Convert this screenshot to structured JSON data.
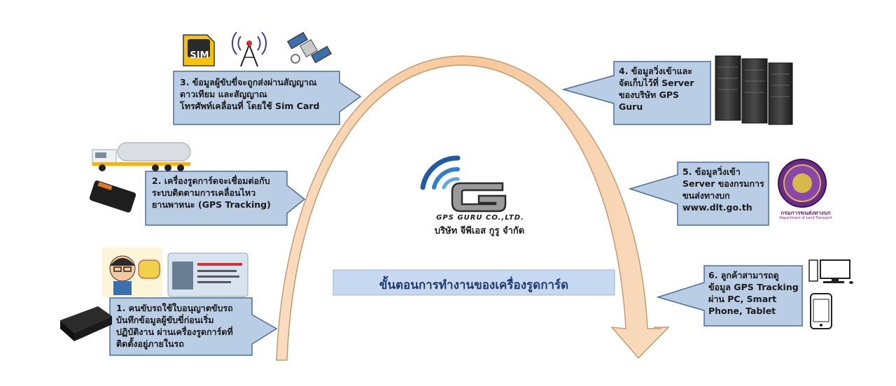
{
  "title": "ขั้นตอนการทำงานของเครื่องรูดการ์ด",
  "logo": {
    "company_en": "GPS GURU CO.,LTD.",
    "company_th": "บริษัท จีพีเอส กูรู จำกัด"
  },
  "steps": [
    {
      "text": "1. คนขับรถใช้ใบอนุญาตขับรถ\nบันทึกข้อมูลผู้ขับขี่ก่อนเริ่ม\nปฏิบัติงาน ผ่านเครื่องรูดการ์ดที่\nติดตั้งอยู่ภายในรถ"
    },
    {
      "text": "2. เครื่องรูดการ์ดจะเชื่อมต่อกับ\nระบบติดตามการเคลื่อนไหว\nยานพาหนะ  (GPS Tracking)"
    },
    {
      "text": "3. ข้อมูลผู้ขับขี่จะถูกส่งผ่านสัญญาณ\nดาวเทียม และสัญญาณ\nโทรศัพท์เคลื่อนที่  โดยใช้ Sim Card"
    },
    {
      "text": "4. ข้อมูลวิ่งเข้าและ\nจัดเก็บไว้ที่  Server\nของบริษัท GPS\nGuru"
    },
    {
      "text": "5. ข้อมูลวิ่งเข้า\nServer ของกรมการ\nขนส่งทางบก\nwww.dlt.go.th"
    },
    {
      "text": "6. ลูกค้าสามารถดู\nข้อมูล GPS Tracking\nผ่าน PC, Smart\nPhone, Tablet"
    }
  ],
  "icons": {
    "sim_label": "SIM",
    "dlt_label_th": "กรมการขนส่งทางบก",
    "dlt_label_en": "Department of Land Transport"
  },
  "colors": {
    "callout_fill": "#b9cde5",
    "callout_stroke": "#4a6e9a",
    "arch_fill": "#f6c89a",
    "arch_stroke": "#c79a6e",
    "title_fill": "#c6d9f1",
    "logo_blue": "#1f5aa8"
  }
}
